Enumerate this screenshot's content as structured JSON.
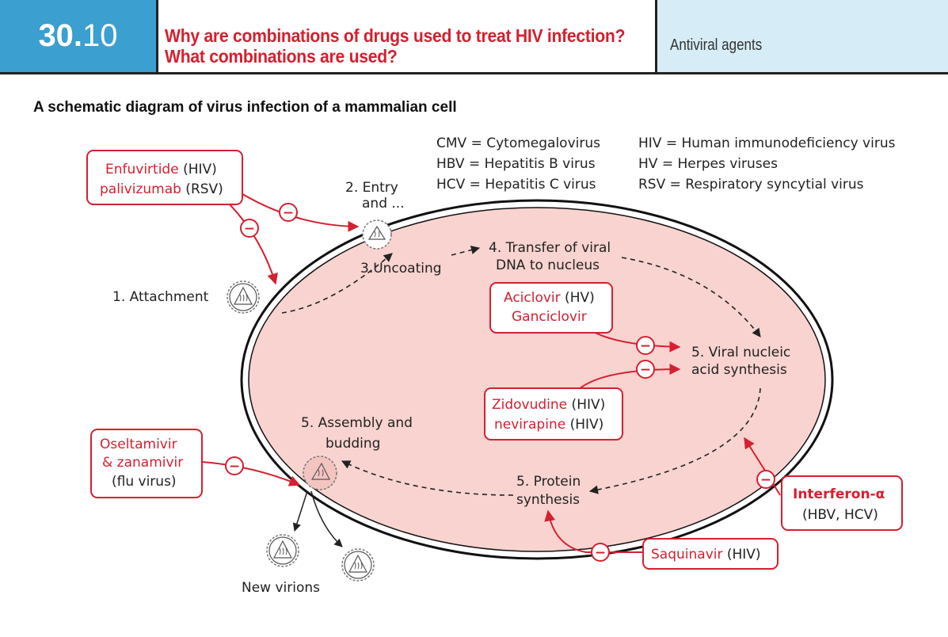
{
  "header": {
    "number_major": "30.",
    "number_minor": "10",
    "title_line1": "Why are combinations of drugs used to treat HIV infection?",
    "title_line2": "What combinations are used?",
    "section": "Antiviral agents"
  },
  "subtitle": "A schematic diagram of virus infection of a mammalian cell",
  "legend": {
    "cmv": "CMV = Cytomegalovirus",
    "hbv": "HBV = Hepatitis B virus",
    "hcv": "HCV = Hepatitis C virus",
    "hiv": "HIV = Human immunodeficiency virus",
    "hv": "HV = Herpes viruses",
    "rsv": "RSV = Respiratory syncytial virus"
  },
  "steps": {
    "attachment": "1. Attachment",
    "entry_1": "2. Entry",
    "entry_2": "and ...",
    "uncoating": "3.Uncoating",
    "transfer_1": "4. Transfer of viral",
    "transfer_2": "DNA to nucleus",
    "nucleic_1": "5. Viral nucleic",
    "nucleic_2": "acid synthesis",
    "assembly_1": "5. Assembly and",
    "assembly_2": "budding",
    "protein_1": "5. Protein",
    "protein_2": "synthesis",
    "new_virions": "New virions"
  },
  "drugs": {
    "enfuvirtide": {
      "drug": "Enfuvirtide",
      "target": " (HIV)"
    },
    "palivizumab": {
      "drug": "palivizumab",
      "target": " (RSV)"
    },
    "aciclovir": {
      "drug": "Aciclovir",
      "target": " (HV)"
    },
    "ganciclovir": {
      "drug": "Ganciclovir"
    },
    "zidovudine": {
      "drug": "Zidovudine",
      "target": " (HIV)"
    },
    "nevirapine": {
      "drug": "nevirapine",
      "target": " (HIV)"
    },
    "oseltamivir": {
      "drug": "Oseltamivir"
    },
    "zanamivir": {
      "drug": "& zanamivir"
    },
    "flu": {
      "target": "(flu virus)"
    },
    "interferon": {
      "drug": "Interferon-α",
      "target": "(HBV, HCV)"
    },
    "saquinavir": {
      "drug": "Saquinavir",
      "target": " (HIV)"
    }
  },
  "inhibit_symbol": "−",
  "colors": {
    "accent_red": "#d42030",
    "header_blue": "#3b9fd0",
    "section_blue": "#d6ecf6",
    "cell_pink": "#f8d3cf"
  }
}
